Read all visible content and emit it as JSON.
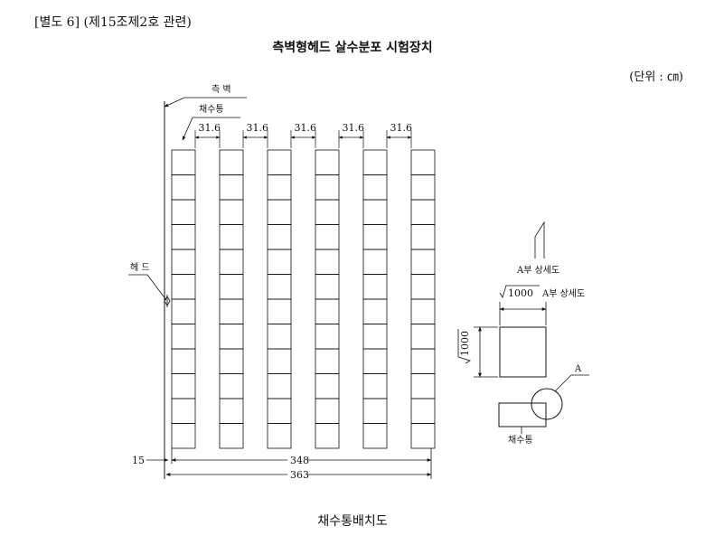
{
  "header": {
    "ref": "[별도 6] (제15조제2호 관련)",
    "title": "측벽형헤드 살수분포 시험장치",
    "unit": "(단위 : ㎝)"
  },
  "labels": {
    "side_wall": "측 벽",
    "collector": "채수통",
    "head": "헤 드",
    "spacing": "31.6",
    "left_margin": "15",
    "inner_width": "348",
    "outer_width": "363",
    "detail_a_1": "A부 상세도",
    "detail_a_2": "A부 상세도",
    "sqrt_1000_top": "1000",
    "sqrt_1000_side": "1000",
    "point_a": "A",
    "collector_small": "채수통"
  },
  "diagram": {
    "columns": 6,
    "rows": 12
  },
  "caption": "채수통배치도"
}
